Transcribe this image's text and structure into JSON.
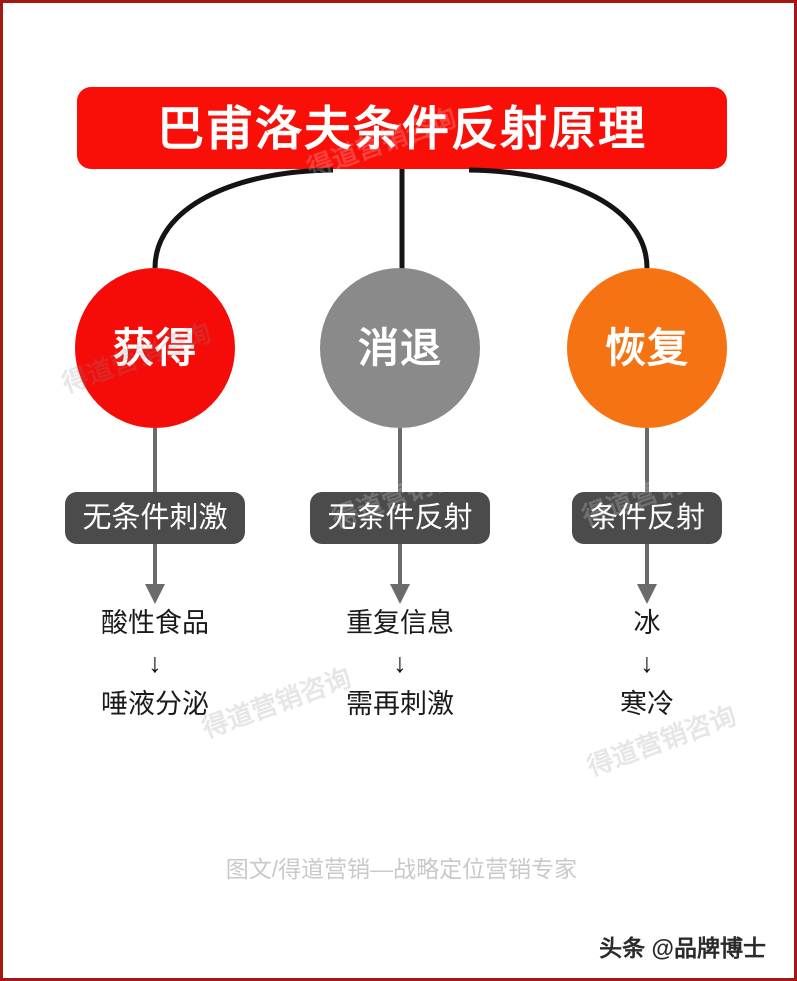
{
  "title": {
    "text": "巴甫洛夫条件反射原理",
    "bg_color": "#FA0F08",
    "text_color": "#FFFFFF"
  },
  "frame": {
    "border_color": "#A41813",
    "background": "#FFFFFF"
  },
  "columns": [
    {
      "circle_label": "获得",
      "circle_color": "#F50B07",
      "pill_label": "无条件刺激",
      "pill_color": "#4B4B4B",
      "outcome_from": "酸性食品",
      "outcome_arrow": "↓",
      "outcome_to": "唾液分泌"
    },
    {
      "circle_label": "消退",
      "circle_color": "#8A8A8A",
      "pill_label": "无条件反射",
      "pill_color": "#4B4B4B",
      "outcome_from": "重复信息",
      "outcome_arrow": "↓",
      "outcome_to": "需再刺激"
    },
    {
      "circle_label": "恢复",
      "circle_color": "#F57312",
      "pill_label": "条件反射",
      "pill_color": "#4B4B4B",
      "outcome_from": "冰",
      "outcome_arrow": "↓",
      "outcome_to": "寒冷"
    }
  ],
  "footer": {
    "credit": "图文/得道营销—战略定位营销专家",
    "watermark": "头条 @品牌博士"
  },
  "watermarks": {
    "text": "得道营销咨询"
  }
}
